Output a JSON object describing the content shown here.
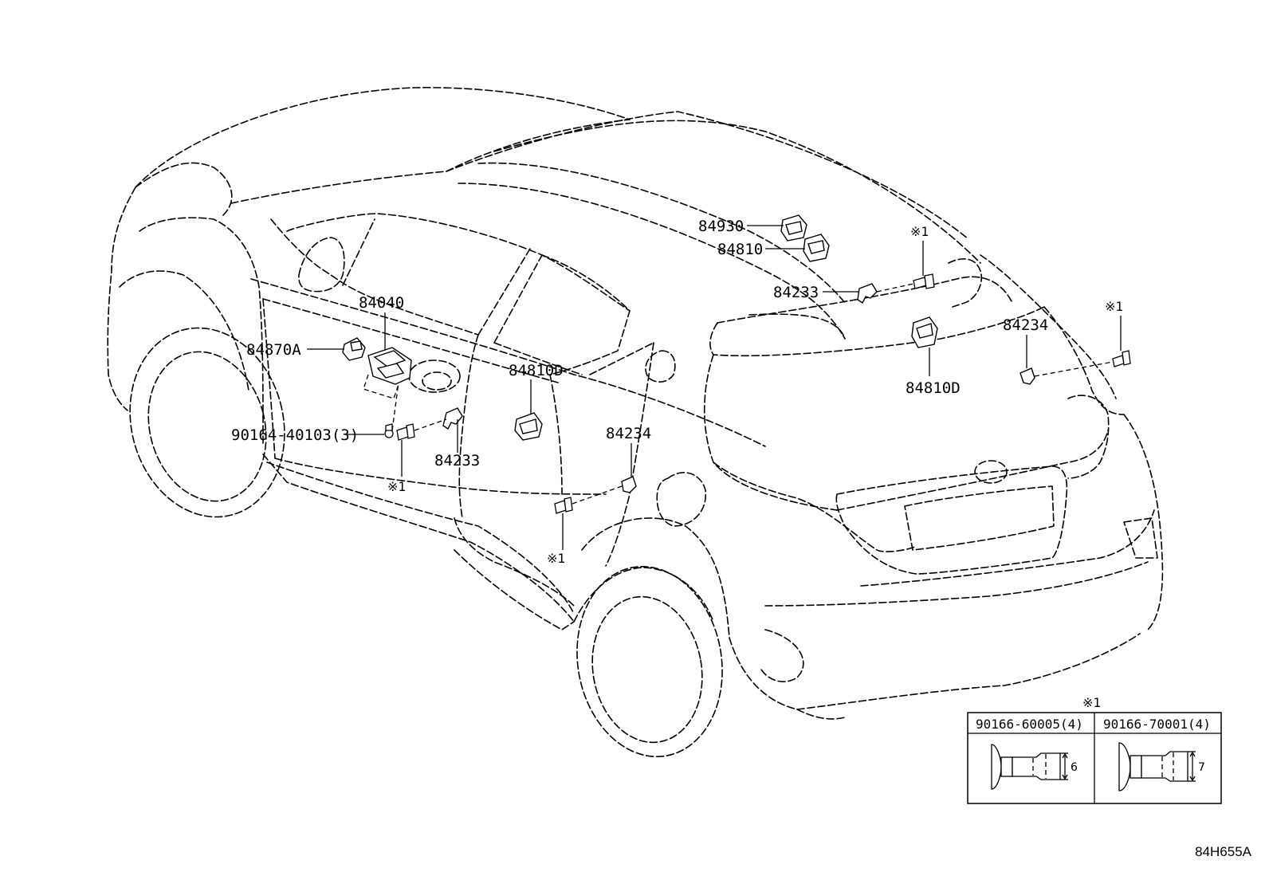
{
  "labels": {
    "p84930": "84930",
    "p84810": "84810",
    "p84233_top": "84233",
    "note_top": "※1",
    "p84040": "84040",
    "p84870A": "84870A",
    "p84810D_center": "84810D",
    "p84810D_rear": "84810D",
    "p84234_rear": "84234",
    "note_rear": "※1",
    "p84234_side": "84234",
    "p90164": "90164-40103(3)",
    "p84233_door": "84233",
    "note_door": "※1",
    "note_lower": "※1"
  },
  "legend": {
    "marker": "※1",
    "col1": {
      "part": "90166-60005(4)",
      "dim": "6"
    },
    "col2": {
      "part": "90166-70001(4)",
      "dim": "7"
    }
  },
  "ref_code": "84H655A"
}
